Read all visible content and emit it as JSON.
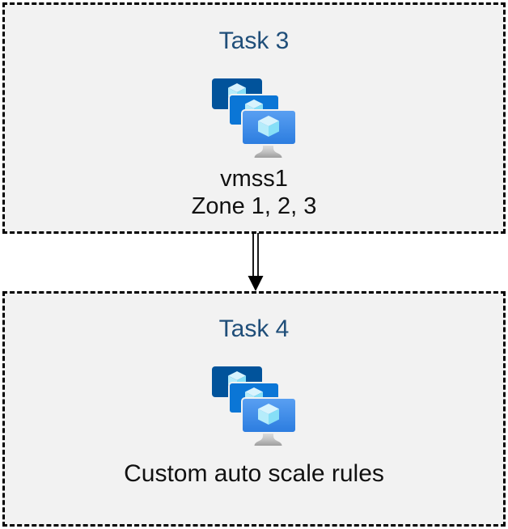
{
  "diagram": {
    "colors": {
      "canvas_background": "#ffffff",
      "box_fill": "#f2f2f2",
      "box_border": "#000000",
      "title_text": "#1f4e79",
      "body_text": "#111111",
      "icon_monitor_back": "#01539b",
      "icon_monitor_middle": "#0b76d6",
      "icon_monitor_front_top": "#5aa0f2",
      "icon_monitor_front_bottom": "#2b7cdf",
      "icon_cube_top": "#d8f3fd",
      "icon_cube_left": "#b5ecfb",
      "icon_cube_right": "#86dff7"
    },
    "tasks": [
      {
        "title": "Task 3",
        "icon": "vmss-icon",
        "caption_lines": [
          "vmss1",
          "Zone 1, 2, 3"
        ]
      },
      {
        "title": "Task 4",
        "icon": "vmss-icon",
        "caption_lines": [
          "Custom auto scale rules"
        ]
      }
    ],
    "connector": {
      "type": "double-line-arrow",
      "direction": "down",
      "from": "Task 3",
      "to": "Task 4"
    }
  }
}
